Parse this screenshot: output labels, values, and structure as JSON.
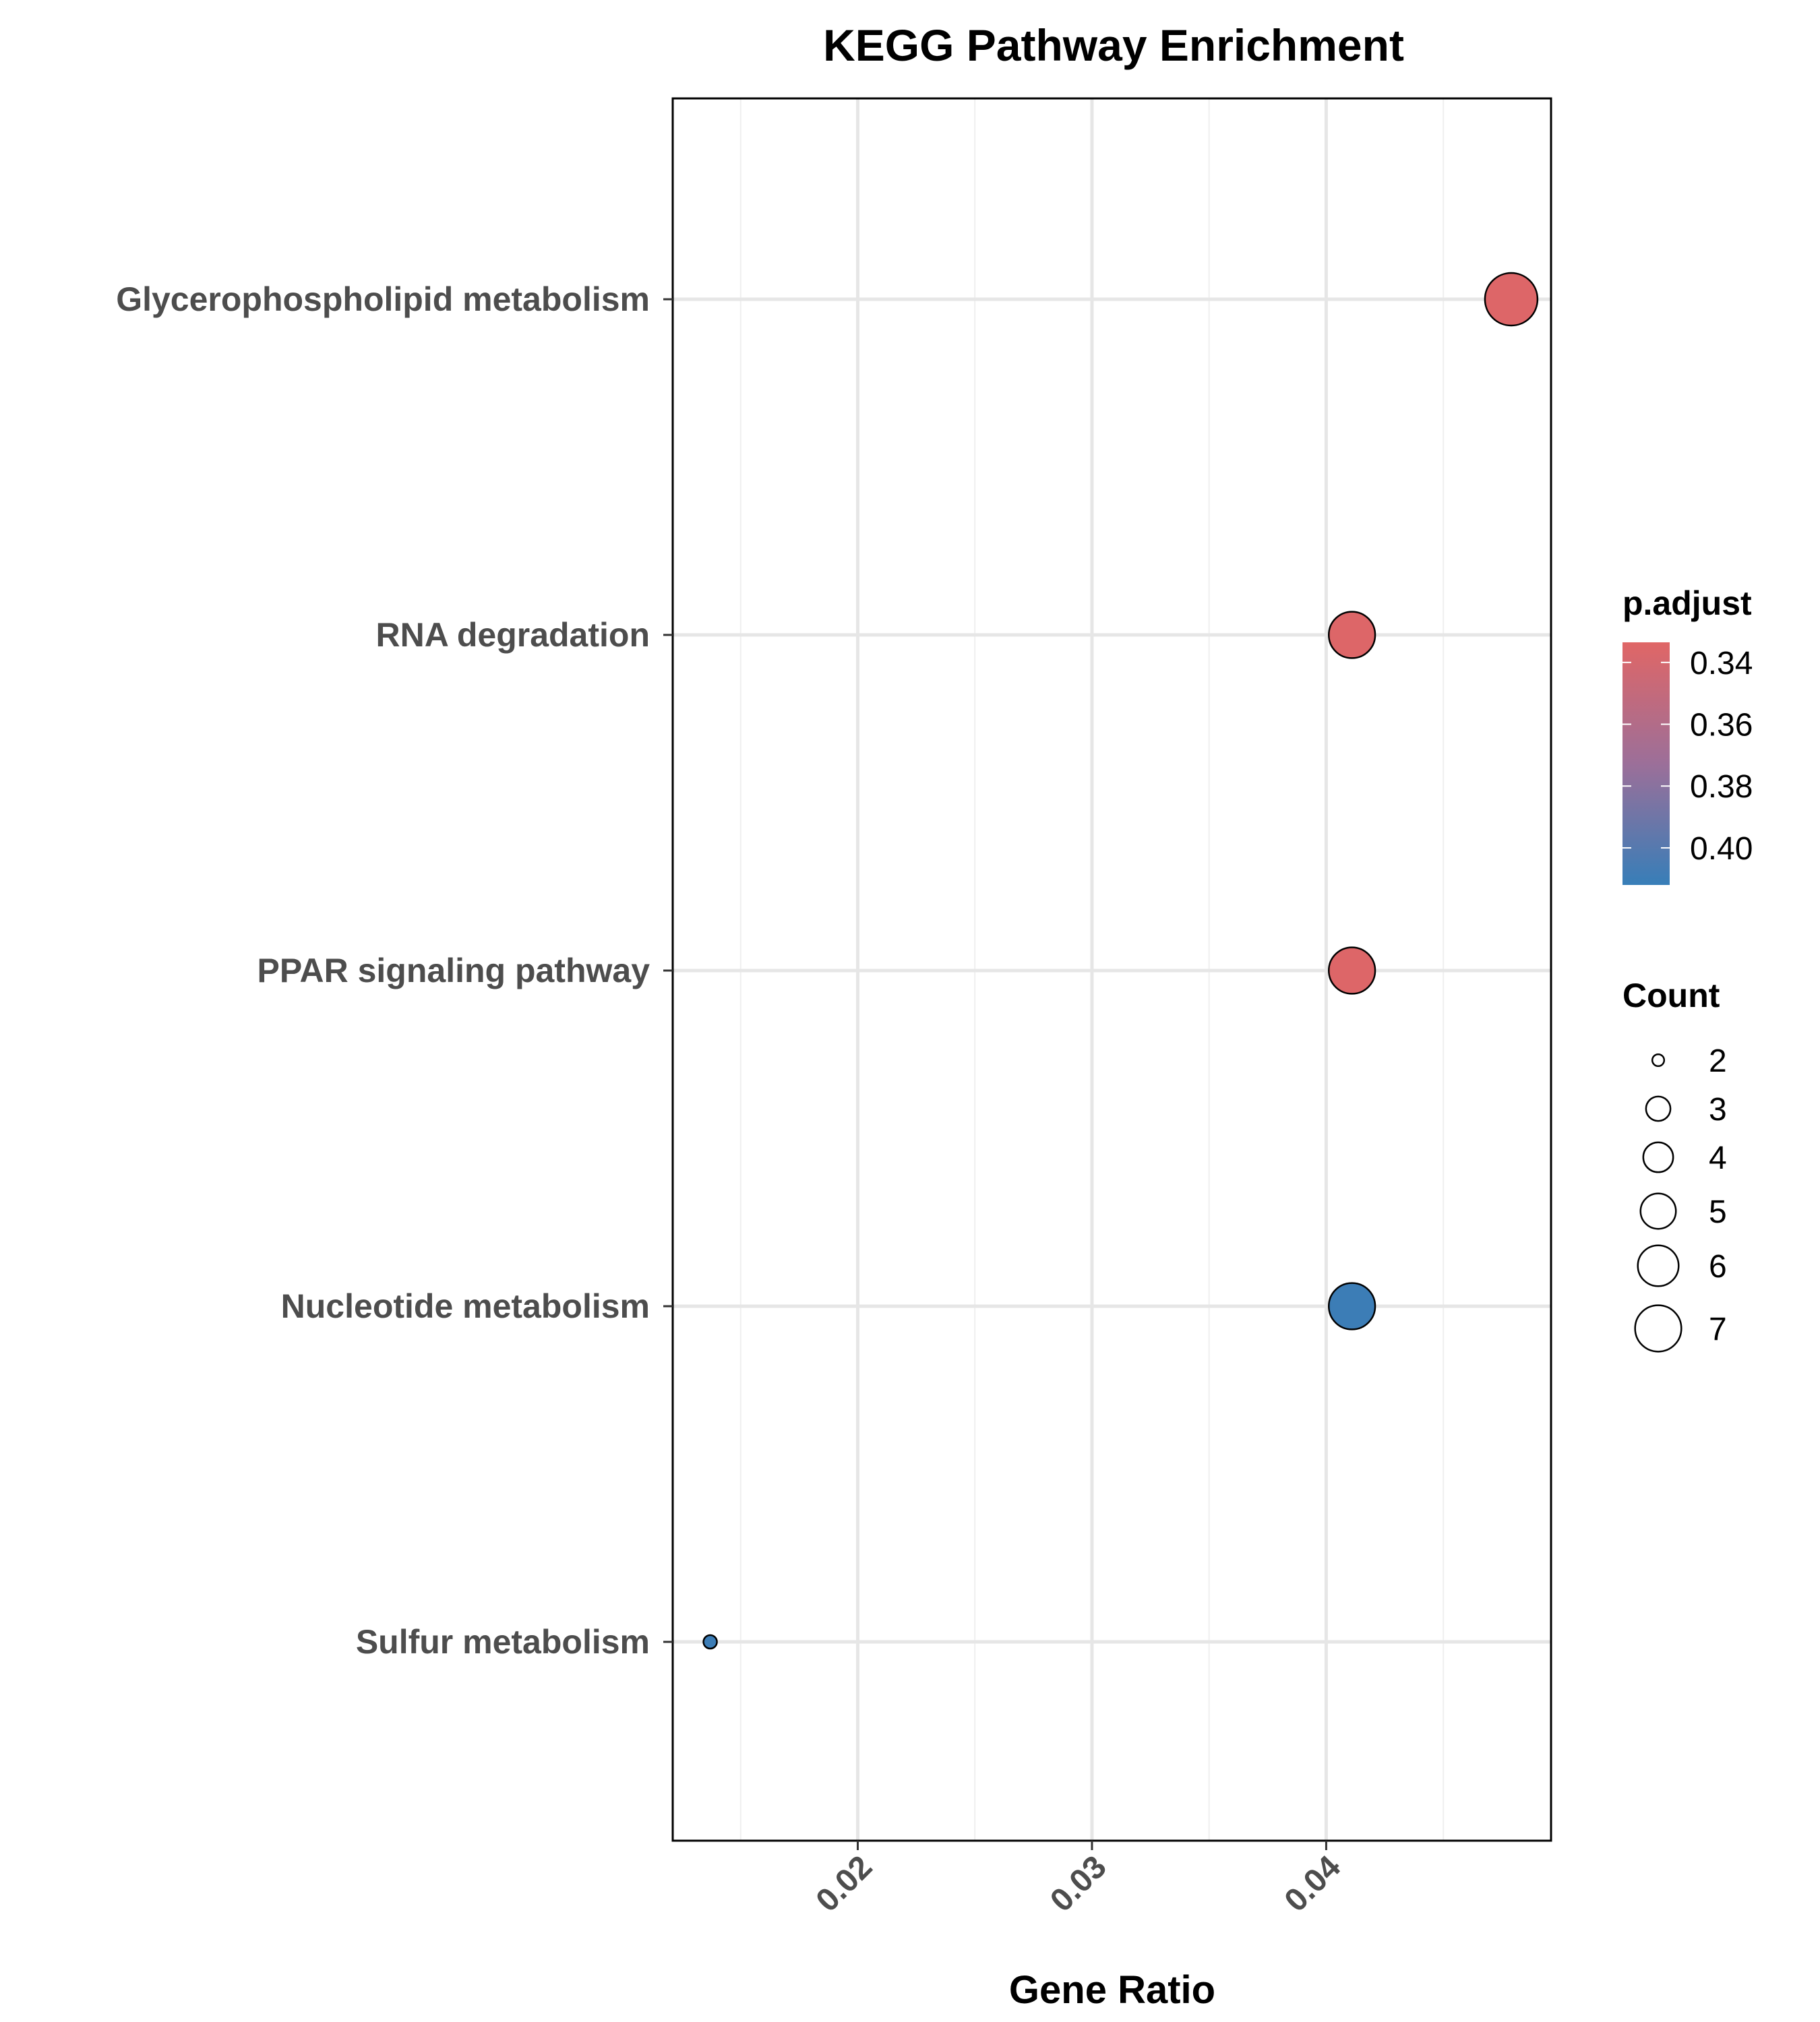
{
  "chart_data": {
    "type": "scatter",
    "title": "KEGG Pathway Enrichment",
    "xlabel": "Gene Ratio",
    "ylabel": "",
    "xlim": [
      0.0121,
      0.0496
    ],
    "x_ticks": [
      "0.02",
      "0.03",
      "0.04"
    ],
    "grid": true,
    "categories": [
      "Glycerophospholipid metabolism",
      "RNA degradation",
      "PPAR signaling pathway",
      "Nucleotide metabolism",
      "Sulfur metabolism"
    ],
    "points": [
      {
        "pathway": "Glycerophospholipid metabolism",
        "gene_ratio": 0.0479,
        "count": 7,
        "p_adjust": 0.335
      },
      {
        "pathway": "RNA degradation",
        "gene_ratio": 0.0411,
        "count": 6,
        "p_adjust": 0.335
      },
      {
        "pathway": "PPAR signaling pathway",
        "gene_ratio": 0.0411,
        "count": 6,
        "p_adjust": 0.335
      },
      {
        "pathway": "Nucleotide metabolism",
        "gene_ratio": 0.0411,
        "count": 6,
        "p_adjust": 0.41
      },
      {
        "pathway": "Sulfur metabolism",
        "gene_ratio": 0.0137,
        "count": 2,
        "p_adjust": 0.41
      }
    ],
    "color_legend": {
      "title": "p.adjust",
      "ticks": [
        "0.34",
        "0.36",
        "0.38",
        "0.40"
      ],
      "range": [
        0.3335,
        0.412
      ],
      "low_color": "#e06666",
      "mid_color": "#9c6f99",
      "high_color": "#377eb8"
    },
    "size_legend": {
      "title": "Count",
      "labels": [
        "2",
        "3",
        "4",
        "5",
        "6",
        "7"
      ]
    },
    "colors": {
      "axis": "#000000",
      "grid_major": "#e6e6e6",
      "grid_minor": "#efefef",
      "point_stroke": "#000000"
    }
  }
}
